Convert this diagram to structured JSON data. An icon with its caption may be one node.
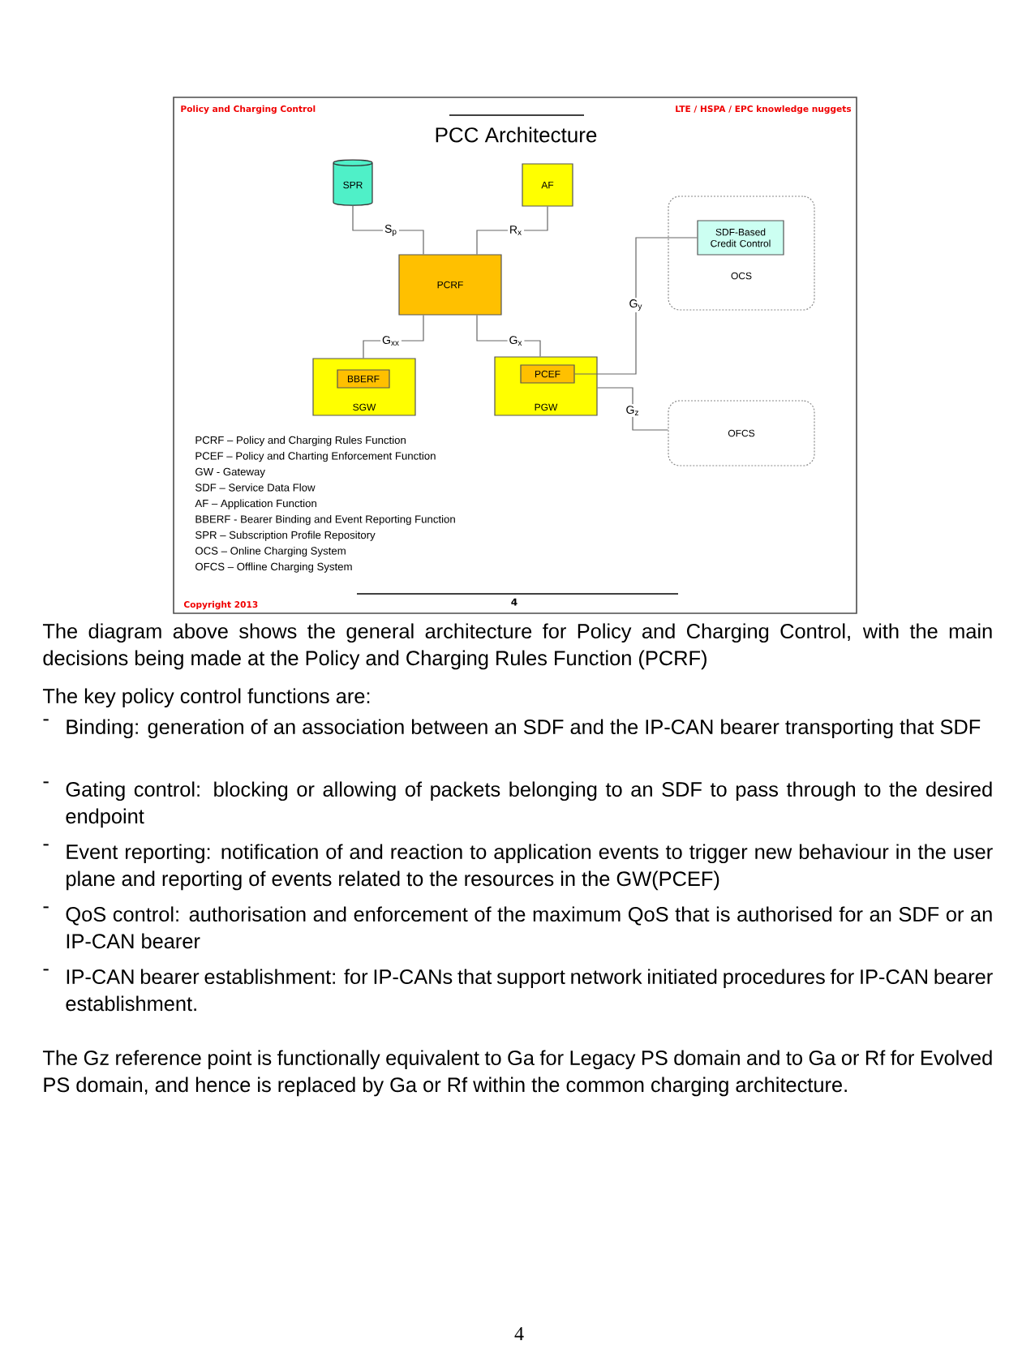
{
  "diagram": {
    "title": "PCC Architecture",
    "nodes": [
      {
        "text": [
          "SPR"
        ]
      },
      {
        "text": [
          "AF"
        ]
      },
      {
        "text": [
          "OCS"
        ]
      },
      {
        "text": [
          "SDF-Based Credit Control"
        ],
        "in": 2
      },
      {
        "text": [
          "PCRF"
        ]
      },
      {
        "text": [
          "SGW"
        ]
      },
      {
        "text": [
          "BBERF"
        ],
        "in": 5
      },
      {
        "text": [
          "PGW"
        ]
      },
      {
        "text": [
          "PCEF"
        ],
        "in": 7
      },
      {
        "text": [
          "OFCS"
        ]
      }
    ],
    "edges": [
      {
        "from": 0,
        "to": 4,
        "arrow": "none",
        "label": "S$_{p}$"
      },
      {
        "from": 1,
        "to": 4,
        "arrow": "none",
        "label": "R$_{x}$"
      },
      {
        "from": 4,
        "to": 5,
        "arrow": "none",
        "label": "G$_{xx}$"
      },
      {
        "from": 4,
        "to": 7,
        "arrow": "none",
        "label": "G$_{x}$"
      },
      {
        "from": 8,
        "to": 3,
        "arrow": "none",
        "label": "G$_{y}$"
      },
      {
        "from": 7,
        "to": 9,
        "arrow": "none",
        "label": "G$_{z}$"
      }
    ],
    "labels": [
      "Policy and Charging Control",
      "LTE / HSPA / EPC knowledge nuggets",
      "PCRF – Policy and Charging Rules Function",
      "PCEF – Policy and Charting Enforcement Function",
      "GW - Gateway",
      "SDF – Service Data Flow",
      "AF – Application Function",
      "BBERF - Bearer Binding and Event Reporting Function",
      "SPR – Subscription Profile Repository",
      "OCS – Online Charging System",
      "OFCS – Offline Charging System",
      "Copyright 2013",
      "4",
      "The diagram above shows the general architecture for Policy and Charging Control, with the main decisions being made at the Policy and Charging Rules Function (PCRF)",
      "The key policy control functions are:",
      "-",
      "Binding: generation of an association between an SDF and the IP-CAN bearer transporting that SDF",
      "-",
      "Gating control: blocking or allowing of packets belonging to an SDF to pass through to the desired endpoint",
      "-",
      "Event reporting: notification of and reaction to application events to trigger new behaviour in the user plane and reporting of events related to the resources in the GW(PCEF)",
      "-",
      "QoS control: authorisation and enforcement of the maximum QoS that is authorised for an SDF or an IP-CAN bearer",
      "-",
      "IP-CAN bearer establishment: for IP-CANs that support network initiated procedures for IP-CAN bearer establishment.",
      "The Gz reference point is functionally equivalent to Ga for Legacy PS domain and to Ga or Rf for Evolved PS domain, and hence is replaced by Ga or Rf within the common charging architecture.",
      "4"
    ]
  }
}
